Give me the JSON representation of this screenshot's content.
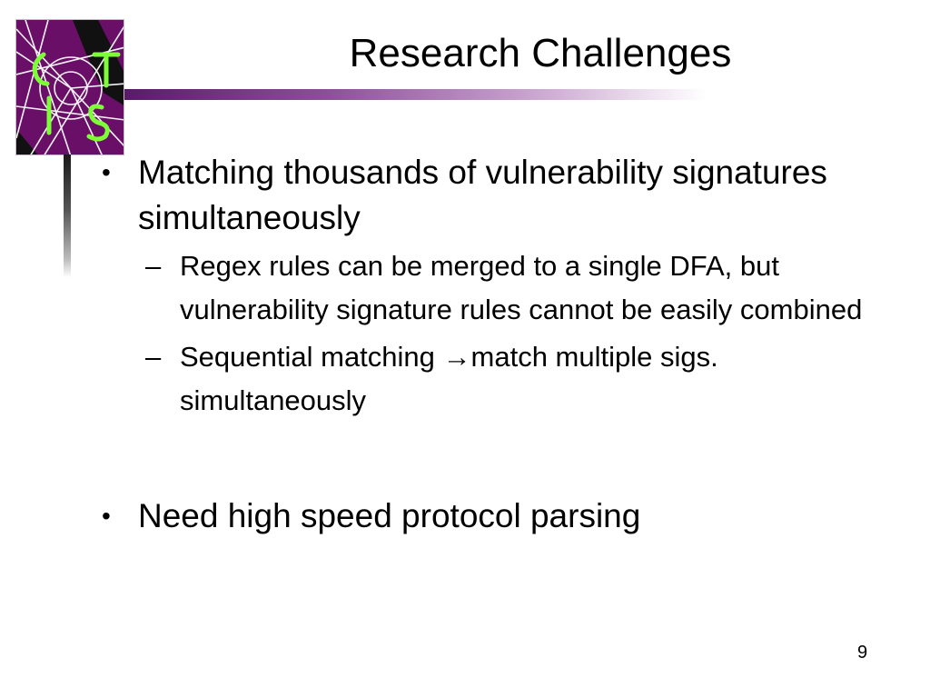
{
  "logo": {
    "name": "cist-logo-icon",
    "bg_color": "#6a0f67",
    "letter_color": "#7dff38",
    "letters": [
      "C",
      "I",
      "S",
      "T"
    ]
  },
  "slide": {
    "title": "Research Challenges",
    "bullets": [
      {
        "marker": "•",
        "text": "Matching thousands of vulnerability signatures simultaneously",
        "subs": [
          {
            "marker": "–",
            "text": "Regex rules can be merged to a single DFA, but vulnerability signature rules cannot be easily combined"
          },
          {
            "marker": "–",
            "text_before": "Sequential matching ",
            "arrow": "→",
            "text_after": "match multiple sigs. simultaneously"
          }
        ]
      },
      {
        "marker": "•",
        "text": "Need high speed protocol parsing",
        "subs": []
      }
    ],
    "page_number": "9"
  },
  "colors": {
    "title_bar_start": "#5a1a6a",
    "title_bar_end": "#ffffff",
    "text": "#000000"
  }
}
